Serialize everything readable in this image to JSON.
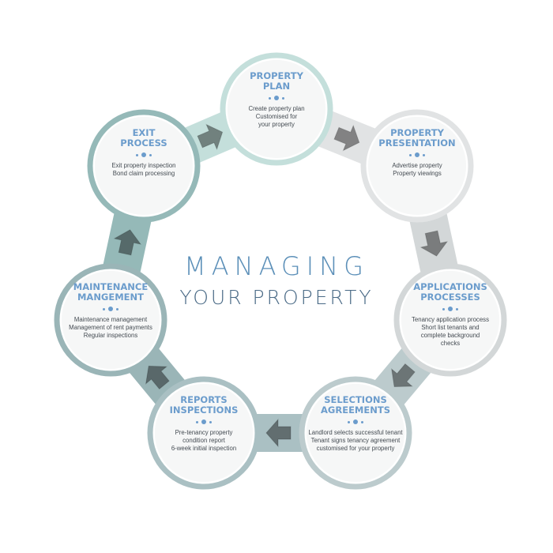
{
  "diagram": {
    "center_title": {
      "line1": "MANAGING",
      "line2": "YOUR PROPERTY"
    },
    "nodes": [
      {
        "title": "PROPERTY\nPLAN",
        "description": "Create property plan\nCustomised for\nyour property"
      },
      {
        "title": "PROPERTY\nPRESENTATION",
        "description": "Advertise property\nProperty viewings"
      },
      {
        "title": "APPLICATIONS\nPROCESSES",
        "description": "Tenancy application process\nShort list tenants and\ncomplete background\nchecks"
      },
      {
        "title": "SELECTIONS\nAGREEMENTS",
        "description": "Landlord selects successful tenant\nTenant signs tenancy agreement\ncustomised for your property"
      },
      {
        "title": "REPORTS\nINSPECTIONS",
        "description": "Pre-tenancy property\ncondition report\n6-week initial inspection"
      },
      {
        "title": "MAINTENANCE\nMANGEMENT",
        "description": "Maintenance management\nManagement of rent payments\nRegular inspections"
      },
      {
        "title": "EXIT\nPROCESS",
        "description": "Exit property inspection\nBond claim processing"
      }
    ],
    "colors": {
      "title_blue": "#6b9ccc",
      "center_title_blue": "#5b8fb8",
      "center_subtitle": "#4a6a86",
      "ring_colors": [
        "#e1e3e4",
        "#d3d7d8",
        "#bccbcd",
        "#aac0c3",
        "#9ab5b7",
        "#95b9b8",
        "#c4dfdb"
      ]
    }
  }
}
